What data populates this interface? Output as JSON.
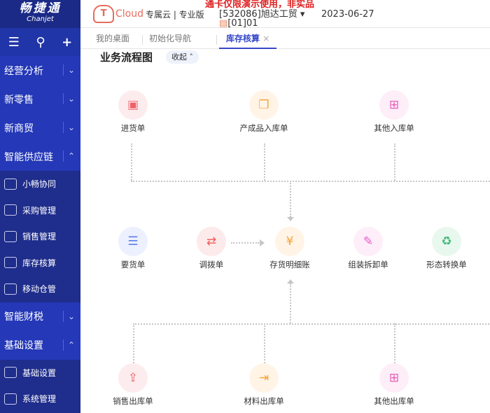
{
  "logo": {
    "cn": "畅捷通",
    "en": "Chanjet"
  },
  "header": {
    "brand": "Cloud",
    "edition": "专属云 | 专业版",
    "warning": "通卡仅限演示使用，非实品",
    "company": "[532086]旭达工贸",
    "account": "[01]01",
    "date": "2023-06-27"
  },
  "tabs": [
    {
      "label": "我的桌面"
    },
    {
      "label": "初始化导航"
    },
    {
      "label": "库存核算",
      "close": "×"
    }
  ],
  "sidebar": {
    "sections": [
      {
        "label": "经营分析",
        "chev": "⌄"
      },
      {
        "label": "新零售",
        "chev": "⌄"
      },
      {
        "label": "新商贸",
        "chev": "⌄"
      },
      {
        "label": "智能供应链",
        "chev": "⌃"
      },
      {
        "label": "智能财税",
        "chev": "⌄"
      },
      {
        "label": "基础设置",
        "chev": "⌃"
      }
    ],
    "supply_items": [
      {
        "label": "小畅协同"
      },
      {
        "label": "采购管理"
      },
      {
        "label": "销售管理"
      },
      {
        "label": "库存核算"
      },
      {
        "label": "移动仓管"
      }
    ],
    "base_items": [
      {
        "label": "基础设置"
      },
      {
        "label": "系统管理"
      }
    ]
  },
  "content": {
    "title": "业务流程图",
    "collapse": "收起 ˄",
    "nodes": [
      {
        "label": "进货单",
        "color": "#f0616a",
        "bg": "#fdecee",
        "icon": "▣"
      },
      {
        "label": "产成品入库单",
        "color": "#f4a43a",
        "bg": "#fff4e6",
        "icon": "❒"
      },
      {
        "label": "其他入库单",
        "color": "#ea5ab8",
        "bg": "#fdeef8",
        "icon": "⊞"
      },
      {
        "label": "要货单",
        "color": "#5b7ef0",
        "bg": "#edf0fe",
        "icon": "☰"
      },
      {
        "label": "调拨单",
        "color": "#ef5a5a",
        "bg": "#fdeaea",
        "icon": "⇄"
      },
      {
        "label": "存货明细账",
        "color": "#f4a43a",
        "bg": "#fff4e6",
        "icon": "¥"
      },
      {
        "label": "组装拆卸单",
        "color": "#e85cc8",
        "bg": "#fdeefa",
        "icon": "✎"
      },
      {
        "label": "形态转换单",
        "color": "#3dbb76",
        "bg": "#e9f8ef",
        "icon": "♻"
      },
      {
        "label": "销售出库单",
        "color": "#f0616a",
        "bg": "#fdecee",
        "icon": "⇪"
      },
      {
        "label": "材料出库单",
        "color": "#f4a43a",
        "bg": "#fff4e6",
        "icon": "⇥"
      },
      {
        "label": "其他出库单",
        "color": "#ea5ab8",
        "bg": "#fdeef8",
        "icon": "⊞"
      }
    ]
  }
}
